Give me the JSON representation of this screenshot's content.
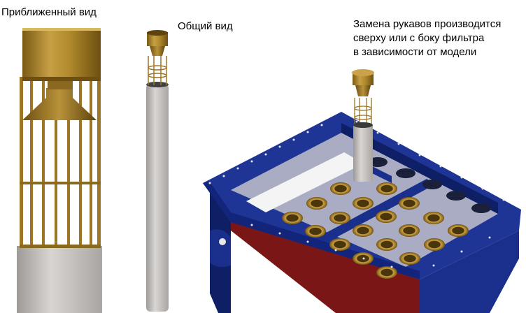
{
  "captions": {
    "closeup": "Приближенный вид",
    "general": "Общий вид",
    "replacement_lines": [
      "Замена рукавов производится",
      "сверху или с боку фильтра",
      "в зависимости от модели"
    ]
  },
  "colors": {
    "brass": "#b08a2c",
    "brass_dark": "#7a5a14",
    "brass_light": "#d9b860",
    "sleeve": "#c9c6c4",
    "sleeve_dark": "#9e9a98",
    "housing_blue": "#1a2f8c",
    "plate_grey": "#a8abc0",
    "housing_red": "#8a1a1a"
  }
}
